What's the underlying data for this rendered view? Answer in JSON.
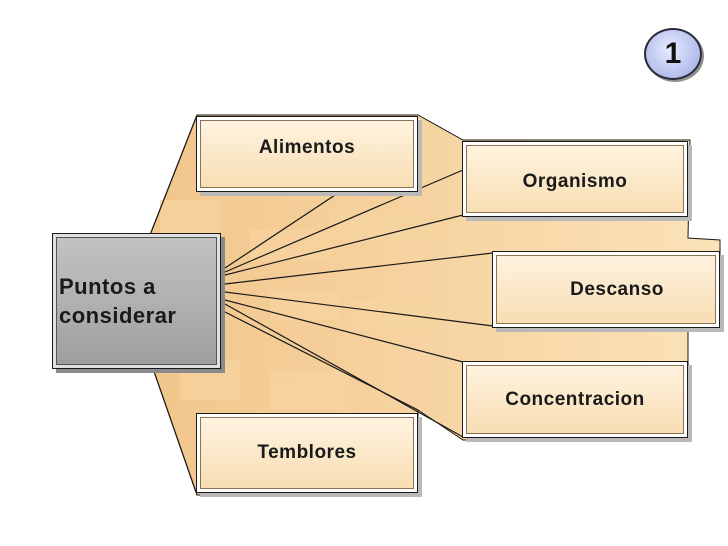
{
  "badge": "1",
  "center": {
    "label": "Puntos a\nconsiderar"
  },
  "items": [
    {
      "label": "Alimentos"
    },
    {
      "label": "Organismo"
    },
    {
      "label": "Descanso"
    },
    {
      "label": "Concentracion"
    },
    {
      "label": "Temblores"
    }
  ],
  "colors": {
    "fan_light": "#f8d9a6",
    "fan_mid": "#f1c48a",
    "fan_dark": "#e8b06c",
    "box_fill": "#fbe6c6",
    "center_fill": "#acacac",
    "badge_fill": "#b9c3ee"
  }
}
